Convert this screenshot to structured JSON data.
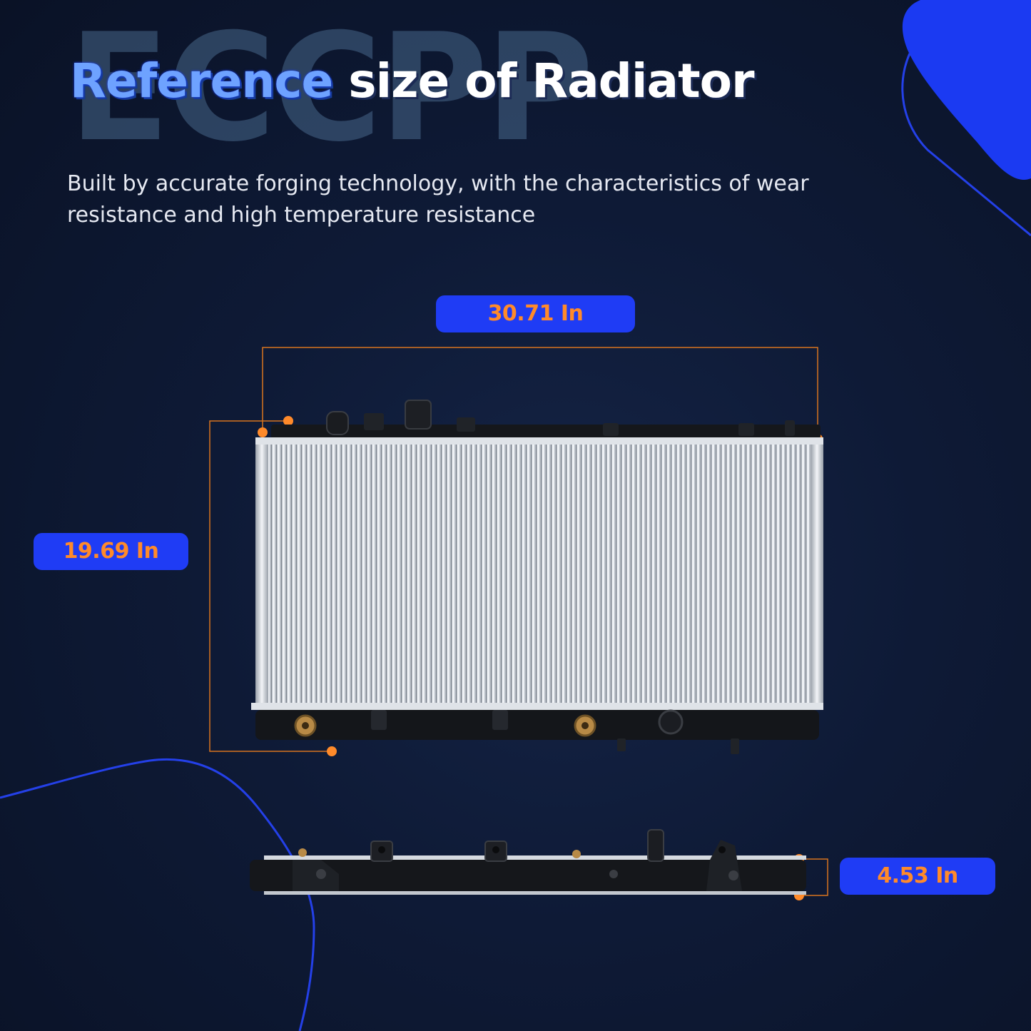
{
  "brand": {
    "watermark": "ECCPP"
  },
  "header": {
    "title_accent": "Reference",
    "title_rest": " size of Radiator",
    "subtitle": "Built by accurate forging technology,  with the characteristics of wear resistance and high temperature resistance"
  },
  "dimensions": {
    "width_label": "30.71 In",
    "height_label": "19.69 In",
    "depth_label": "4.53 In"
  },
  "colors": {
    "background": "#0e1a36",
    "accent_blue": "#1f3cf5",
    "dimension_orange": "#ff8a2a",
    "title_blue": "#6ea2ff"
  }
}
